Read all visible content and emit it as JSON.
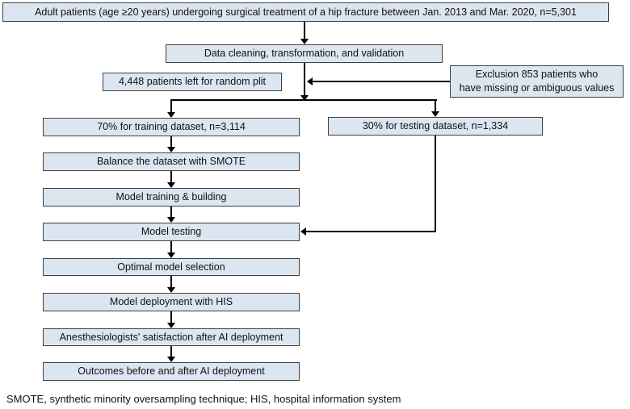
{
  "diagram": {
    "nodes": {
      "top": "Adult patients (age ≥20 years) undergoing surgical treatment of a hip fracture between Jan. 2013 and Mar. 2020, n=5,301",
      "cleaning": "Data cleaning, transformation, and validation",
      "random_split": "4,448 patients left for random plit",
      "exclusion_line1": "Exclusion 853 patients who",
      "exclusion_line2": "have missing or ambiguous values",
      "training": "70% for training dataset, n=3,114",
      "testing": "30% for testing dataset, n=1,334",
      "balance": "Balance the dataset with SMOTE",
      "model_training": "Model training & building",
      "model_testing": "Model testing",
      "optimal": "Optimal model selection",
      "deployment": "Model deployment with HIS",
      "satisfaction": "Anesthesiologists' satisfaction after AI deployment",
      "outcomes": "Outcomes before and after AI deployment"
    },
    "footnote": "SMOTE, synthetic minority oversampling technique; HIS, hospital information system",
    "colors": {
      "background": "#ffffff",
      "box_fill": "#dce6f1",
      "box_border": "#404040",
      "arrow": "#000000"
    }
  }
}
